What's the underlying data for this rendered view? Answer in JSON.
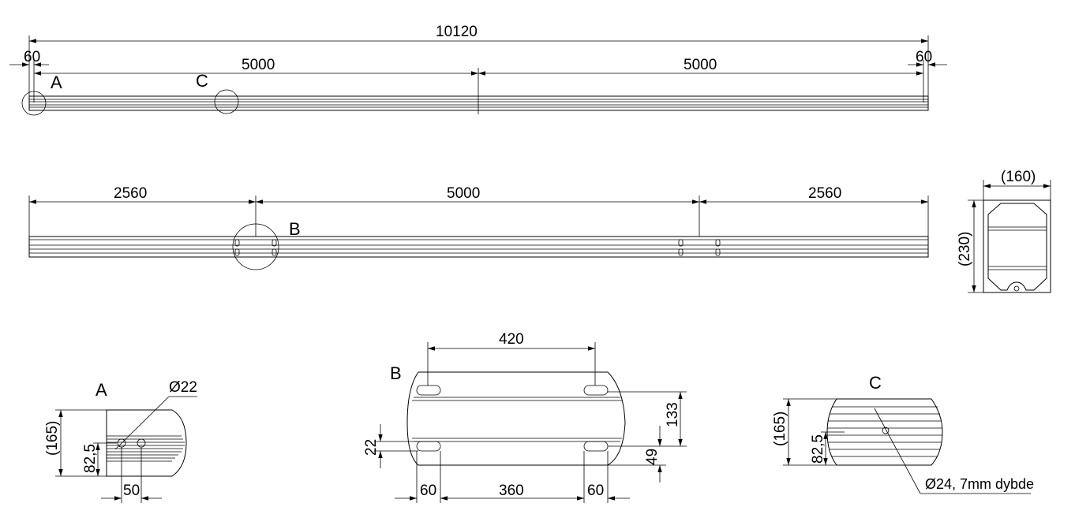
{
  "top_view": {
    "dim_total": "10120",
    "dim_left_end": "60",
    "dim_right_end": "60",
    "dim_seg1": "5000",
    "dim_seg2": "5000",
    "label_a": "A",
    "label_c": "C"
  },
  "side_view": {
    "dim_left": "2560",
    "dim_mid": "5000",
    "dim_right": "2560",
    "label_b": "B"
  },
  "section": {
    "dim_width": "(160)",
    "dim_height": "(230)"
  },
  "detail_a": {
    "title": "A",
    "dim_diameter": "Ø22",
    "dim_height": "(165)",
    "dim_center": "82,5",
    "dim_spacing": "50"
  },
  "detail_b": {
    "title": "B",
    "dim_top": "420",
    "dim_right_height": "133",
    "dim_left_slot": "22",
    "dim_right_small": "49",
    "dim_bottom_left": "60",
    "dim_bottom_mid": "360",
    "dim_bottom_right": "60"
  },
  "detail_c": {
    "title": "C",
    "dim_height": "(165)",
    "dim_center": "82,5",
    "dim_note": "Ø24, 7mm dybde"
  }
}
